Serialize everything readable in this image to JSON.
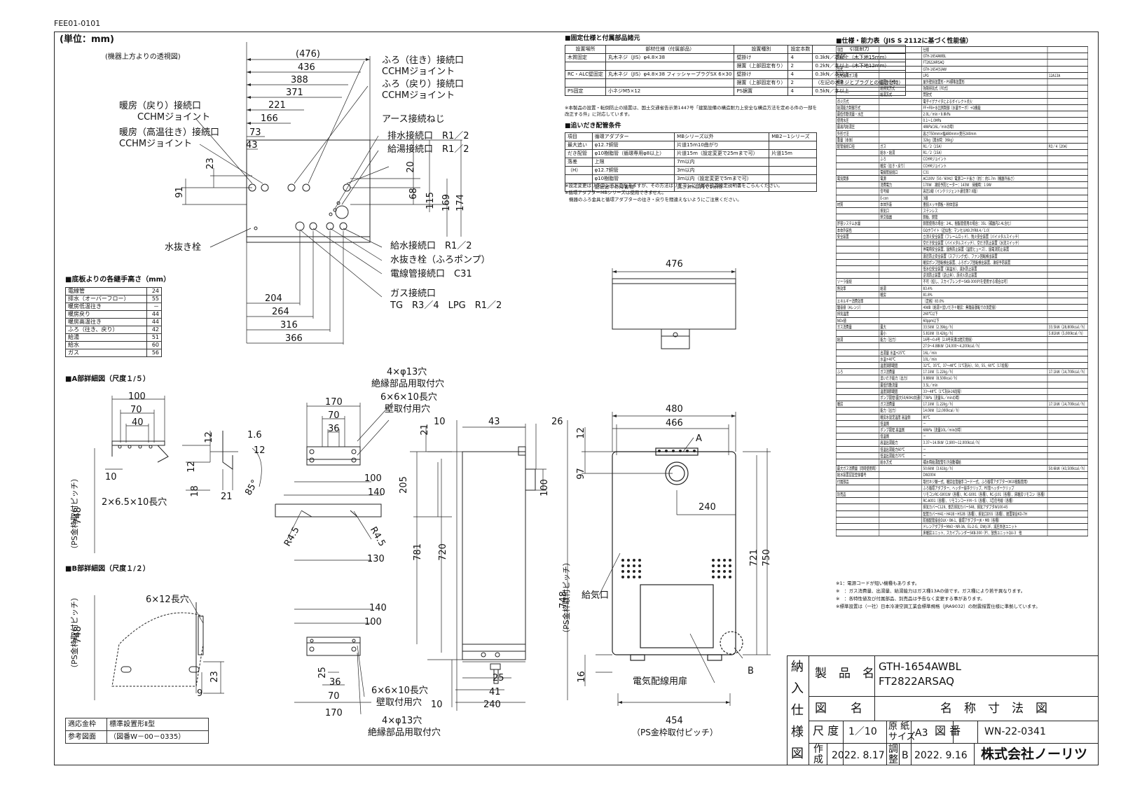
{
  "doc_code": "FEE01-0101",
  "unit": "(単位：mm)",
  "top_view": {
    "caption": "(機器上方よりの透視図)",
    "dims": [
      "(476)",
      "436",
      "388",
      "371",
      "221",
      "166",
      "73",
      "43",
      "23",
      "91",
      "20",
      "68",
      "115",
      "169",
      "174",
      "204",
      "264",
      "316",
      "366"
    ],
    "labels": [
      "ふろ（往き）接続口",
      "CCHMジョイント",
      "ふろ（戻り）接続口",
      "CCHMジョイント",
      "暖房（戻り）接続口",
      "CCHMジョイント",
      "暖房（高温往き）接続口",
      "CCHMジョイント",
      "アース接続ねじ",
      "排水接続口　R1／2",
      "給湯接続口　R1／2",
      "水抜き栓",
      "給水接続口　R1／2",
      "水抜き栓（ふろポンプ）",
      "電線管接続口　C31",
      "ガス接続口",
      "TG　R3／4　LPG　R1／2"
    ]
  },
  "heights": {
    "title": "■底板よりの各継手高さ（mm）",
    "rows": [
      [
        "電線管",
        "24"
      ],
      [
        "排水（オーバーフロー）",
        "55"
      ],
      [
        "暖房低温往き",
        "－"
      ],
      [
        "暖房戻り",
        "44"
      ],
      [
        "暖房高温往き",
        "44"
      ],
      [
        "ふろ（往き、戻り）",
        "42"
      ],
      [
        "給湯",
        "51"
      ],
      [
        "給水",
        "60"
      ],
      [
        "ガス",
        "56"
      ]
    ]
  },
  "detail_a": {
    "title": "■A部詳細図（尺度１/５）",
    "dims": [
      "100",
      "70",
      "40",
      "12",
      "1.6",
      "12",
      "10",
      "12",
      "18",
      "21",
      "85°",
      "748"
    ],
    "labels": [
      "2×6.5×10長穴",
      "（PS金枠取付ピッチ）"
    ]
  },
  "detail_b": {
    "title": "■B部詳細図（尺度１/２）",
    "dims": [
      "748",
      "23",
      "9"
    ],
    "labels": [
      "6×12長穴",
      "（PS金枠取付ピッチ）"
    ]
  },
  "bracket": {
    "dims": [
      "170",
      "70",
      "36",
      "21",
      "100",
      "140",
      "205",
      "R4.5",
      "R4.5",
      "130",
      "781",
      "720",
      "140",
      "100",
      "25",
      "36",
      "70",
      "170",
      "10",
      "43",
      "26",
      "100",
      "10",
      "41",
      "240"
    ],
    "labels": [
      "4×φ13穴",
      "絶縁部品用取付穴",
      "6×6×10長穴",
      "壁取付用穴",
      "6×6×10長穴",
      "壁取付用穴",
      "4×φ13穴",
      "絶縁部品用取付穴"
    ]
  },
  "front": {
    "dims": [
      "476",
      "480",
      "466",
      "12",
      "97",
      "240",
      "721",
      "750",
      "748",
      "16",
      "454"
    ],
    "labels": [
      "A",
      "給気口",
      "B",
      "電気配線用扉",
      "（PS金枠取付ピッチ）"
    ]
  },
  "fixing": {
    "title": "■固定仕様と付属部品諸元",
    "header": [
      "設置場所",
      "部材仕様（付属部品）",
      "設置種別",
      "設定本数",
      "引抜耐力"
    ],
    "rows": [
      [
        "木質固定",
        "丸木ネジ（JIS）φ4.8×38",
        "壁掛け",
        "4",
        "0.3kN／本以上（木下地15mm）"
      ],
      [
        "",
        "",
        "据置（上部固定有り）",
        "2",
        "0.2kN／本以上（木下地12mm）"
      ],
      [
        "RC・ALC壁固定",
        "丸木ネジ（JIS）φ4.8×38 フィッシャープラグSX 6×30",
        "壁掛け",
        "4",
        "0.3kN／本以上"
      ],
      [
        "",
        "",
        "据置（上部固定有り）",
        "2",
        "（左記の木ネジとプラグとの組合せ時）"
      ],
      [
        "PS固定",
        "小ネジM5×12",
        "PS据置",
        "4",
        "0.5kN／本以上"
      ]
    ],
    "note": "※本製品の設置・転倒防止の措置は、国土交通省告示第1447号「建築設備の構造耐力上安全な構造方法を定める件の一部を改正する件」に対応しています。"
  },
  "piping": {
    "title": "■追いだき配管条件",
    "rows": [
      [
        "項目",
        "循環アダプター",
        "MBシリーズ以外",
        "MB2－1シリーズ"
      ],
      [
        "最大追い",
        "φ12.7銅管",
        "片道15m10曲がり",
        ""
      ],
      [
        "だき配管",
        "φ10樹脂管（循環専用φ8以上）",
        "片道15m（設定変更で25mまで可）",
        "片道15m"
      ],
      [
        "落差",
        "上限",
        "7m以内",
        ""
      ],
      [
        "（H）",
        "φ12.7銅管",
        "3m以内",
        ""
      ],
      [
        "",
        "φ10樹脂管",
        "3m以内（設定変更で5mまで可）",
        ""
      ],
      [
        "",
        "配管途中の障害物",
        "高さ3m以内で1ヵ所",
        ""
      ]
    ],
    "notes": [
      "※設定変更はリモコンでおこなえますが、その方法はリモコンに付属の設置設定説明書をごらんください。",
      "※循環アダプターMBシリーズは使用できません。",
      "機器のふろ金具と循環アダプターの往き・戻りを間違えないようにご注意ください。"
    ]
  },
  "spec": {
    "title": "■仕様・能力表（JIS S 2112に基づく性能値）",
    "rows": [
      [
        "項目",
        "",
        "仕様",
        ""
      ],
      [
        "製品名",
        "",
        "GTH-1654AWBL",
        ""
      ],
      [
        "",
        "",
        "FT2822ARSAQ",
        ""
      ],
      [
        "型式",
        "",
        "GTH-1654(S)AW",
        ""
      ],
      [
        "型式適用ガス種",
        "",
        "LPG",
        "12A13A"
      ],
      [
        "種類",
        "設置の方式",
        "屋外壁掛設置形・PS標準設置形",
        ""
      ],
      [
        "",
        "給排気方式",
        "強制排気式（FE式）",
        ""
      ],
      [
        "",
        "給湯方式",
        "開放式",
        ""
      ],
      [
        "点火方式",
        "",
        "電子イグナイタによるダイレクト点火",
        ""
      ],
      [
        "給湯能力制御方式",
        "",
        "FF+FB+水比例制御（水量サーボ）+Q機能",
        ""
      ],
      [
        "最低作動流量・水圧",
        "",
        "2.0L／min・9.8kPa",
        ""
      ],
      [
        "使用水圧",
        "",
        "0.1～1.0MPa",
        ""
      ],
      [
        "最高内給湯圧",
        "",
        "48kPa(16L／minの時)",
        ""
      ],
      [
        "外形寸法",
        "",
        "高さ750mm×幅480mm×奥行240mm",
        ""
      ],
      [
        "重量（本体）",
        "",
        "32kg（満水時：36kg）",
        ""
      ],
      [
        "配管接続口径",
        "ガス",
        "R1／2（15A）",
        "R3／4（20A）"
      ],
      [
        "",
        "給水・給湯",
        "R1／2（15A）",
        ""
      ],
      [
        "",
        "ふろ",
        "CCHMジョイント",
        ""
      ],
      [
        "",
        "暖房（往き・戻り）",
        "CCHMジョイント",
        ""
      ],
      [
        "",
        "電線管接続口",
        "C31",
        ""
      ],
      [
        "電気関係",
        "電源",
        "AC100V（50／60Hz）電源コード長さ（約）：約1.7m（機器外長さ）",
        ""
      ],
      [
        "",
        "消費電力",
        "170W　凍結予防ヒーター：143W　待機時：1.9W",
        ""
      ],
      [
        "",
        "信号線",
        "高圧2線（インテリジェント通信第7.0版）",
        ""
      ],
      [
        "",
        "E-con",
        "3線",
        ""
      ],
      [
        "材質",
        "本体外装",
        "亜鉛メッキ鋼板・粉体塗装",
        ""
      ],
      [
        "",
        "排気口",
        "ステンレス",
        ""
      ],
      [
        "",
        "熱交換器",
        "銅板、銅管",
        ""
      ],
      [
        "許容システム水量",
        "",
        "銅管使用の場合：24L、樹脂管使用の場合：35L（補器内2.4L含む）",
        ""
      ],
      [
        "本体外装色",
        "",
        "GQホワイト（近似色：マンセルN9.3YR8.4／1.0）",
        ""
      ],
      [
        "安全装置",
        "",
        "立消え安全装置（フレームロッド）、残火安全装置（バイメタルスイッチ）",
        ""
      ],
      [
        "",
        "",
        "空だき安全装置（バイメタルスイッチ）、空だき防止装置（水流スイッチ）",
        ""
      ],
      [
        "",
        "",
        "停電時安全装置、過熱防止装置（温度ヒューズ）、過電流防止装置",
        ""
      ],
      [
        "",
        "",
        "過圧防止安全装置（スプリング式）、ファン回転検出装置",
        ""
      ],
      [
        "",
        "",
        "暖房ポンプ回転検出装置、ふろポンプ回転検出装置、凍結予防装置",
        ""
      ],
      [
        "",
        "",
        "低水位安全装置（高温水）、減水防止装置",
        ""
      ],
      [
        "",
        "",
        "逆流防止装置（逆止弁）、誤点火防止装置",
        ""
      ],
      [
        "ソーラ接続",
        "",
        "不可（但し、スカイブレンダーSKB-300(P)を使用する場合は可）",
        ""
      ],
      [
        "熱効率",
        "給湯",
        "83.4%",
        ""
      ],
      [
        "",
        "暖房",
        "81.8%",
        ""
      ],
      [
        "エネルギー消費効率",
        "",
        "（定格）83.0%",
        ""
      ],
      [
        "騒音値（Aレンジ）",
        "",
        "49dB（給湯＋追いだき＋暖房：無騒音運転での測定値）",
        ""
      ],
      [
        "排気温度",
        "",
        "260℃以下",
        ""
      ],
      [
        "NOx値",
        "",
        "60ppm以下",
        ""
      ],
      [
        "ガス消費量",
        "最大",
        "33.5kW（2.39kg／h）",
        "33.5kW（28,800kcal／h）"
      ],
      [
        "",
        "最小",
        "5.81kW（0.42kg／h）",
        "5.81kW（5,000kcal／h）"
      ],
      [
        "給湯",
        "能力（出力）",
        "16号～0.4号（2.8号未満は間欠燃焼）",
        ""
      ],
      [
        "",
        "",
        "27.9～4.88kW（24,000～4,200kcal／h）",
        ""
      ],
      [
        "",
        "出湯量 水温+25℃",
        "16L／min",
        ""
      ],
      [
        "",
        "水温+40℃",
        "10L／min",
        ""
      ],
      [
        "",
        "温度調節範囲",
        "32℃、35℃、37～48℃（1℃刻み）、50、55、60℃（17段階）",
        ""
      ],
      [
        "ふろ",
        "ガス消費量",
        "17.1kW（1.22kg／h）",
        "17.1kW（14,700kcal／h）"
      ],
      [
        "",
        "追いだき能力（出力）",
        "9.88kW（8,500kcal／h）",
        ""
      ],
      [
        "",
        "最低作動流量",
        "3.5L／min",
        ""
      ],
      [
        "",
        "温度調節範囲",
        "33～48℃（1℃刻み16段階）",
        ""
      ],
      [
        "",
        "ポンプ揚程(最大50/60Hz共通)",
        "73kPa（流量5L／minの時）",
        ""
      ],
      [
        "暖房",
        "ガス消費量",
        "17.1kW（1.22kg／h）",
        "17.1kW（14,700kcal／h）"
      ],
      [
        "",
        "能力（出力）",
        "14.0kW（12,000kcal／h）",
        ""
      ],
      [
        "",
        "暖房水設定温度 高温側",
        "80℃",
        ""
      ],
      [
        "",
        "低温側",
        "－",
        ""
      ],
      [
        "",
        "ポンプ揚程 高温側",
        "68kPa（流量10L／minの時）",
        ""
      ],
      [
        "",
        "低温側",
        "－",
        ""
      ],
      [
        "",
        "高温出湯能力",
        "3.37～14.0kW（2,900～12,000kcal／h）",
        ""
      ],
      [
        "",
        "低温出湯能力60℃",
        "－",
        ""
      ],
      [
        "",
        "低温出湯能力70℃",
        "－",
        ""
      ],
      [
        "",
        "給水方式",
        "補水時給湯配管引き自動補給",
        ""
      ],
      [
        "最大ガス消費量（同時使用時）",
        "",
        "50.6kW（3.61kg／h）",
        "50.6kW（43,500kcal／h）"
      ],
      [
        "給水装置認証登録番号",
        "",
        "DW2004",
        ""
      ],
      [
        "付属部品",
        "",
        "取付ネジ類一式、暖房往管継手コード一式、ふろ循環アダプター(Φ10樹脂管用)",
        ""
      ],
      [
        "",
        "",
        "ふろ循環アダプター、ヘッダー接手クリップ、PE管ヘッダークリップ",
        ""
      ],
      [
        "別売品",
        "",
        "リモコンRC-G001W（各種）、RC-G001（各種）、RC-J101（各種）、床暖房リモコン（各種）",
        ""
      ],
      [
        "",
        "",
        "RC-A001（各種）、リモコンコードM・S（各種）、3芯信号線（各種）",
        ""
      ],
      [
        "",
        "",
        "排気カバーC129、側方排気カバー548、排気アダプタW100-45",
        ""
      ],
      [
        "",
        "",
        "配管カバーH41・H41B・H52B（各種）、排気口D55（各種）、据置架台KD-7H",
        ""
      ],
      [
        "",
        "",
        "防振配管接合DLK・BK-1、循環アダプターJK・MB（各種）",
        ""
      ],
      [
        "",
        "",
        "ドレンアダプターMA3・NR-3A、EL-2-G、DWJ-3F、減圧弁送ユニット",
        ""
      ],
      [
        "",
        "",
        "床暖房ユニット、スカイブレンダーSKB-300（P）、放熱ユニットQU-3　他",
        ""
      ]
    ],
    "notes": [
      "※1：電源コードが短い機種もあります。",
      "※　：ガス消費量、出湯量、給湯能力はガス種13Aの値です。ガス種により若干異なります。",
      "※　：各特性値及び付属部品、別売品は予告なく変更する事があります。",
      "※標準設置は（一社）日本冷凍空調工業会標準規格（JRA9032）の耐震措置仕様に準拠しています。"
    ]
  },
  "title_block": {
    "side": [
      "納",
      "入",
      "仕",
      "様",
      "図"
    ],
    "product_label": "製　品　名",
    "product_name_1": "GTH-1654AWBL",
    "product_name_2": "FT2822ARSAQ",
    "drawing_label": "図　　名",
    "drawing_name": "名　称　寸　法　図",
    "scale_label": "尺 度",
    "scale": "1／10",
    "paper_label_1": "原 紙",
    "paper_label_2": "サイズ",
    "paper": "A3",
    "drawing_no_label": "図 番",
    "drawing_no": "WN-22-0341",
    "made_label_1": "作",
    "made_label_2": "成",
    "made_date": "2022. 8.17",
    "adjust_label_1": "調",
    "adjust_label_2": "整",
    "revision": "B",
    "adjust_date": "2022. 9.16",
    "company": "株式会社ノーリツ"
  },
  "applicable": {
    "rows": [
      [
        "適応金枠",
        "標準設置形Ⅱ型"
      ],
      [
        "参考図面",
        "（図番W－00－0335）"
      ]
    ]
  }
}
